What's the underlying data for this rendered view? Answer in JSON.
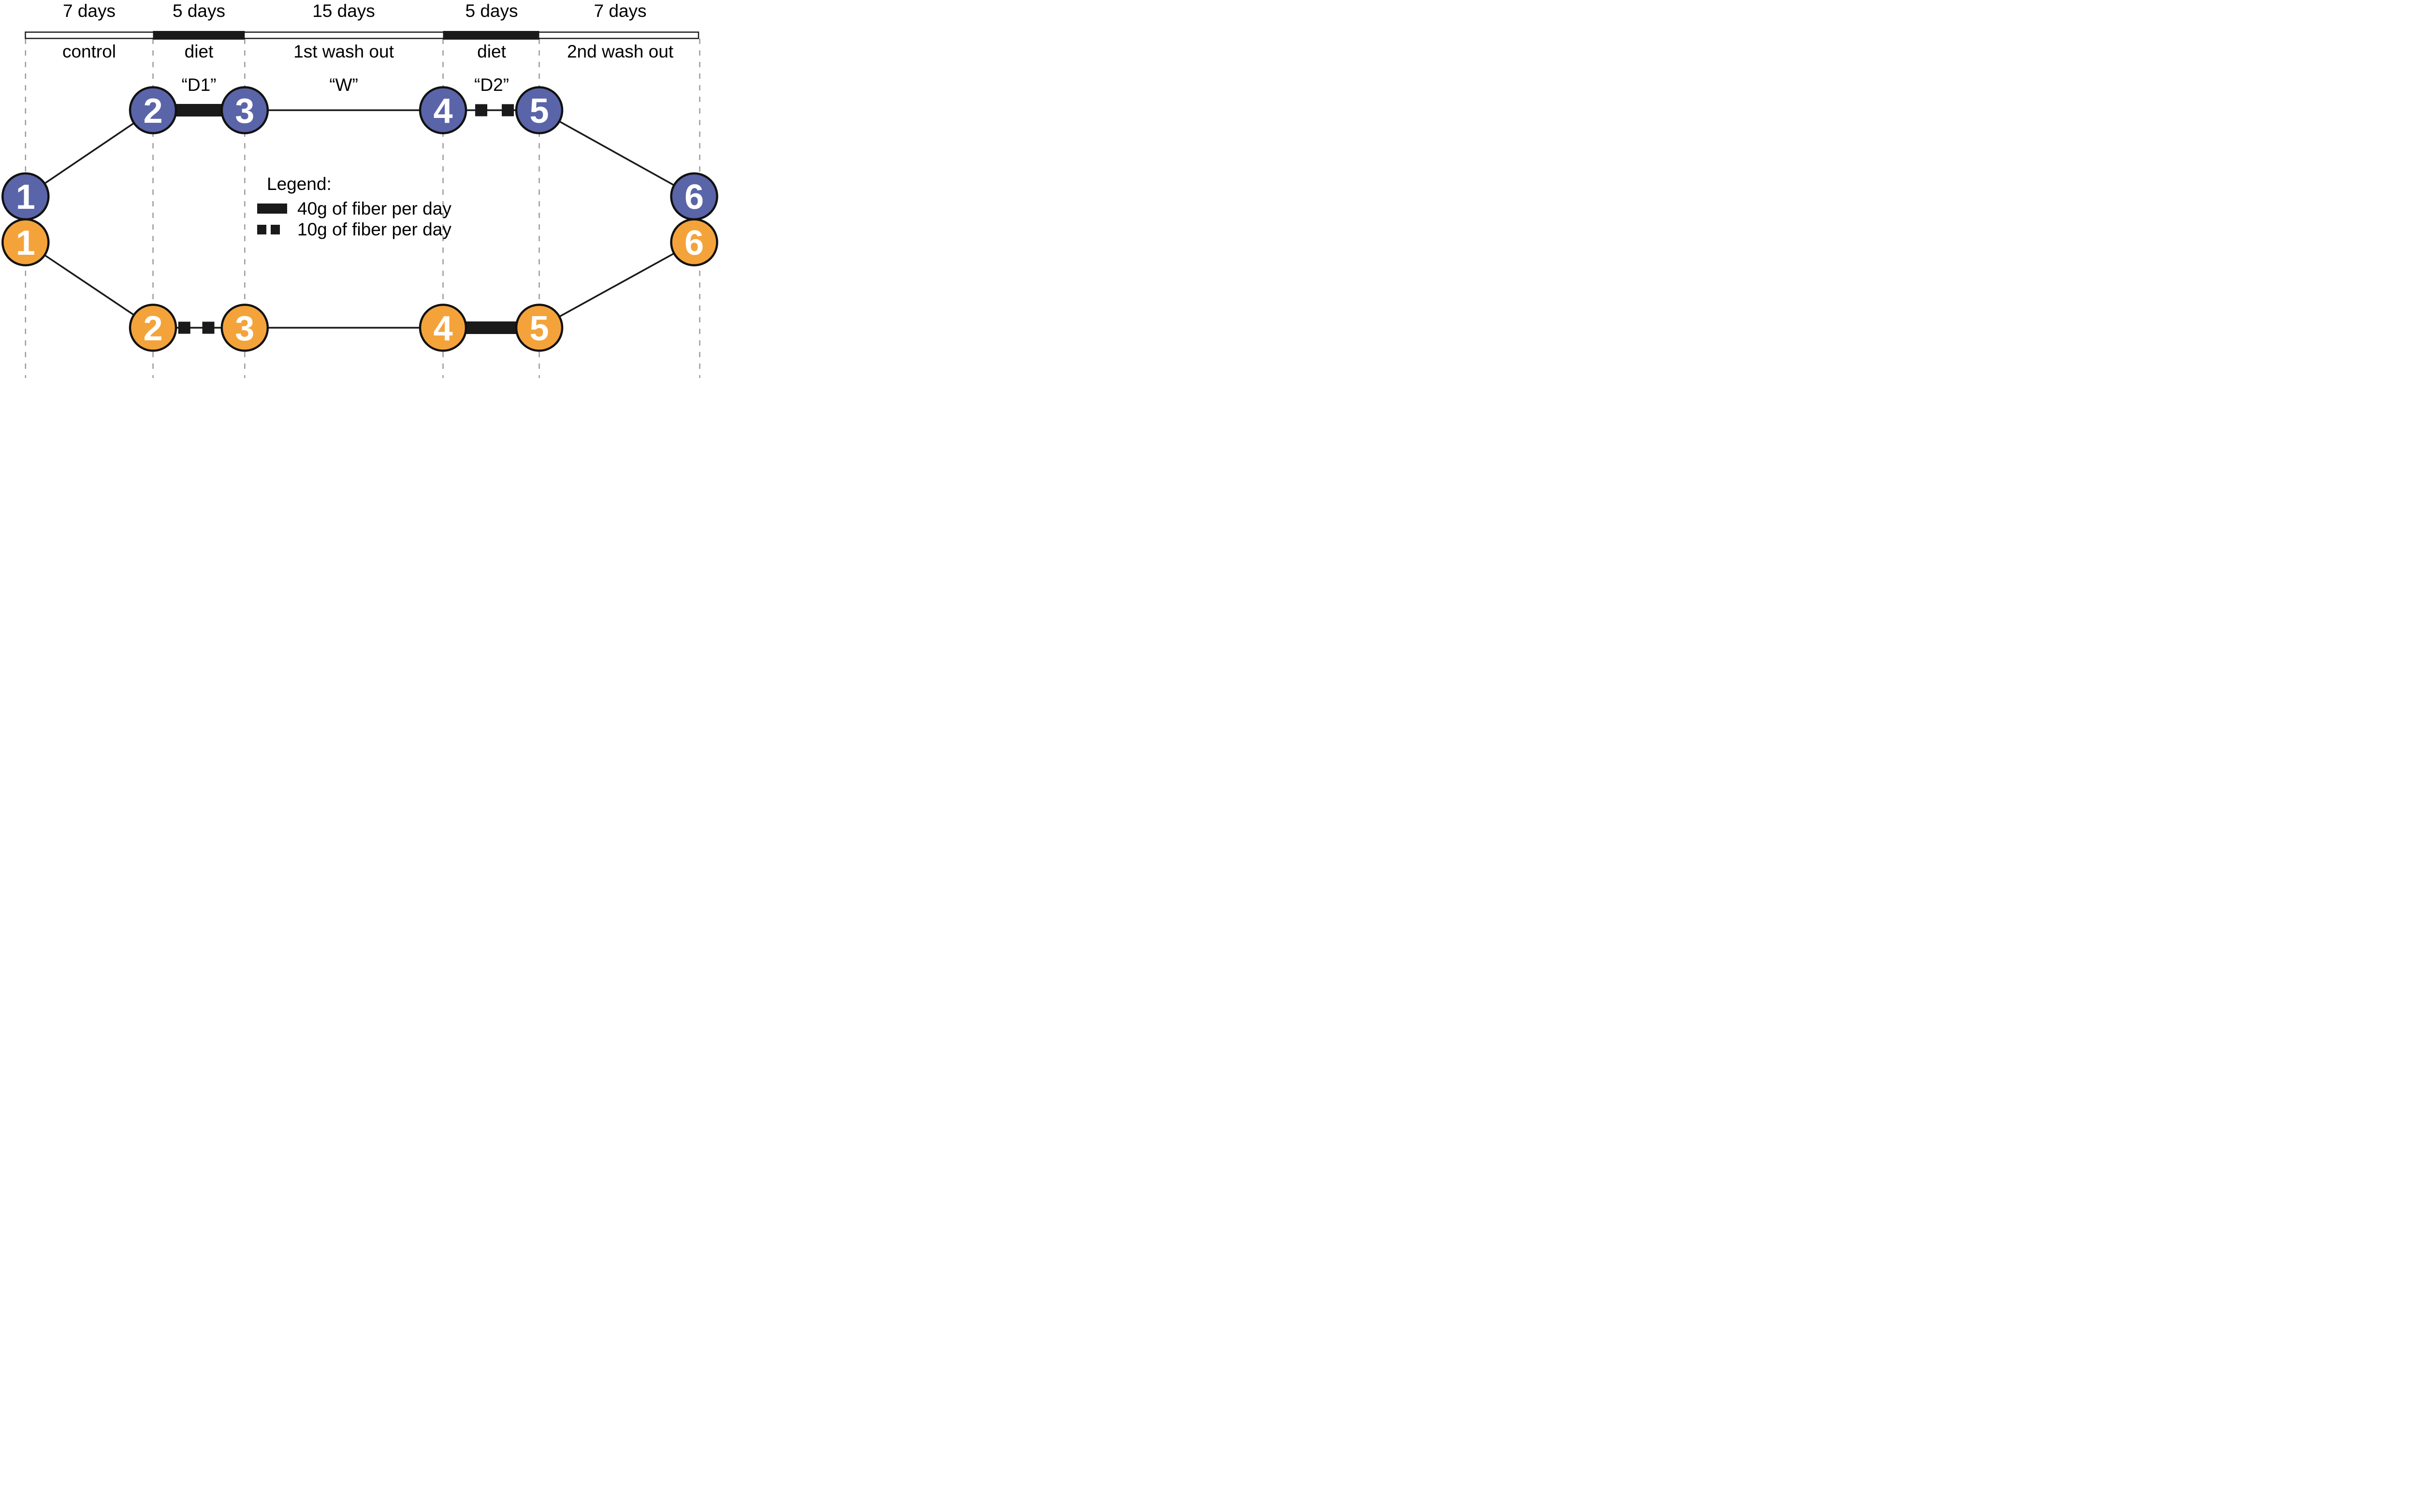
{
  "timeline": {
    "phases": [
      {
        "duration": "7 days",
        "label": "control"
      },
      {
        "duration": "5 days",
        "label": "diet",
        "sublabel": "“D1”"
      },
      {
        "duration": "15 days",
        "label": "1st wash out",
        "sublabel": "“W”"
      },
      {
        "duration": "5 days",
        "label": "diet",
        "sublabel": "“D2”"
      },
      {
        "duration": "7 days",
        "label": "2nd wash out"
      }
    ]
  },
  "arms": {
    "blue": {
      "color": "#5A64A8",
      "nodes": [
        "1",
        "2",
        "3",
        "4",
        "5",
        "6"
      ]
    },
    "orange": {
      "color": "#F4A33A",
      "nodes": [
        "1",
        "2",
        "3",
        "4",
        "5",
        "6"
      ]
    }
  },
  "legend": {
    "title": "Legend:",
    "items": [
      {
        "swatch": "solid-bar",
        "label": "40g of fiber per day"
      },
      {
        "swatch": "two-squares",
        "label": "10g of fiber per day"
      }
    ]
  },
  "colors": {
    "blue": "#5A64A8",
    "orange": "#F4A33A",
    "ink": "#1A1A1A",
    "dash_gray": "#9A9A9A"
  }
}
